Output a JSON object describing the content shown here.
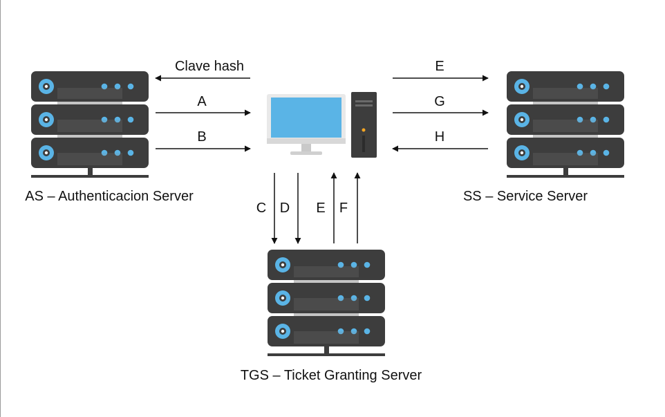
{
  "servers": {
    "as": {
      "caption": "AS – Authenticacion Server"
    },
    "ss": {
      "caption": "SS – Service Server"
    },
    "tgs": {
      "caption": "TGS – Ticket Granting Server"
    }
  },
  "arrows": {
    "clave_hash": "Clave hash",
    "a": "A",
    "b": "B",
    "c": "C",
    "d": "D",
    "e_tgs": "E",
    "f": "F",
    "e_ss": "E",
    "g": "G",
    "h": "H"
  },
  "colors": {
    "rack": "#3d3d3d",
    "disk": "#5ab4e6",
    "led": "#5ab4e6",
    "monitor_screen": "#5ab4e6",
    "monitor_frame": "#e9e9e9",
    "tower": "#3d3d3d",
    "tower_led": "#f5a623",
    "arrow": "#111111"
  },
  "icons": {
    "server": "server-rack-icon",
    "computer": "desktop-computer-icon"
  }
}
